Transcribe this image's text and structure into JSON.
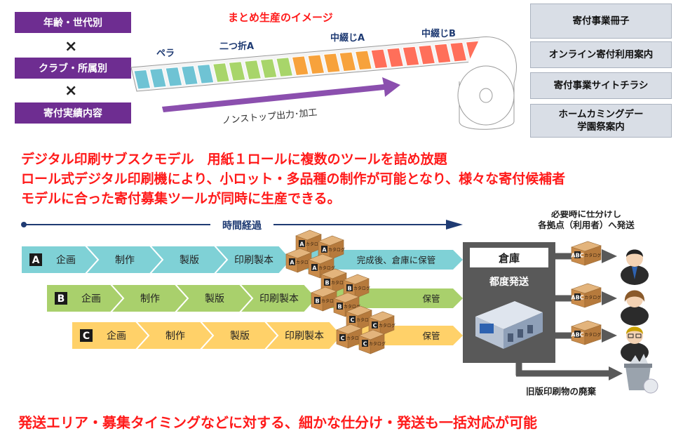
{
  "left_criteria": {
    "items": [
      "年齢・世代別",
      "クラブ・所属別",
      "寄付実績内容"
    ],
    "operator": "×"
  },
  "roll_diagram": {
    "title": "まとめ生産のイメージ",
    "labels": [
      "ペラ",
      "二つ折A",
      "中綴じA",
      "中綴じB"
    ],
    "arrow_label": "ノンストップ出力･加工"
  },
  "right_tools": [
    "寄付事業冊子",
    "オンライン寄付利用案内",
    "寄付事業サイトチラシ",
    "ホームカミングデー\n学園祭案内"
  ],
  "headline": {
    "line1": "デジタル印刷サブスクモデル　用紙１ロールに複数のツールを詰め放題",
    "line2": "ロール式デジタル印刷機により、小ロット・多品種の制作が可能となり、様々な寄付候補者",
    "line3": "モデルに合った寄付募集ツールが同時に生産できる。"
  },
  "flow": {
    "timeline_label": "時間経過",
    "rows": [
      {
        "letter": "A",
        "stages": [
          "企画",
          "制作",
          "製版",
          "印刷製本"
        ],
        "outcome": "完成後、倉庫に保管",
        "color": "#7fd1d6"
      },
      {
        "letter": "B",
        "stages": [
          "企画",
          "制作",
          "製版",
          "印刷製本"
        ],
        "outcome": "保管",
        "color": "#a9d06c"
      },
      {
        "letter": "C",
        "stages": [
          "企画",
          "制作",
          "製版",
          "印刷製本"
        ],
        "outcome": "保管",
        "color": "#ffd169"
      }
    ],
    "box_label": "カタログ",
    "box_letters": "A B C",
    "warehouse": {
      "title": "倉庫",
      "subtitle": "都度発送"
    },
    "dispatch_note_line1": "必要時に仕分けし",
    "dispatch_note_line2": "各拠点（利用者）へ発送",
    "disposal_label": "旧版印刷物の廃棄"
  },
  "footer": "発送エリア・募集タイミングなどに対する、細かな仕分け・発送も一括対応が可能",
  "colors": {
    "purple": "#6e2d91",
    "red": "#ff1a1a",
    "navy": "#1f3b73",
    "teal": "#7fd1d6",
    "green": "#a9d06c",
    "yellow": "#ffd169",
    "warehouse": "#595959"
  }
}
